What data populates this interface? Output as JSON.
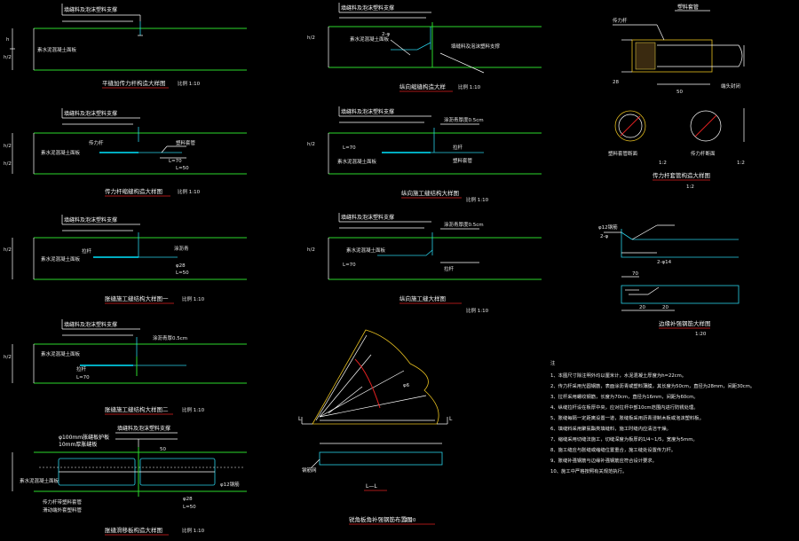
{
  "labels": {
    "plain_concrete_slab": "素水泥混凝土面板",
    "slab_tag": "h",
    "half_tag": "h/2",
    "scale_1_10": "比例 1:10",
    "scale_1_20": "1:20",
    "scale_1_2": "1:2",
    "dim_l50": "L=50",
    "dim_l70": "L=70",
    "dim_phi28": "φ28",
    "dim_2phi": "2-φ",
    "dim_70": "70",
    "dim_50": "50",
    "dim_20": "20",
    "dim_28": "28",
    "dim_phi6": "φ6",
    "section_mark": "L",
    "section_title": "L—L"
  },
  "details": [
    {
      "id": "d1",
      "title": "平缝加传力杆构造大样图",
      "leader": "填缝料及泡沫塑料支撑"
    },
    {
      "id": "d2",
      "title": "传力杆缩缝构造大样图",
      "leader": "填缝料及泡沫塑料支撑",
      "bar": "传力杆",
      "sleeve": "塑料套管"
    },
    {
      "id": "d3",
      "title": "胀缝施工缝结构大样图一",
      "leader": "填缝料及泡沫塑料支撑",
      "bar": "拉杆",
      "sleeve": "涂沥青"
    },
    {
      "id": "d4",
      "title": "胀缝施工缝结构大样图二",
      "leader": "填缝料及泡沫塑料支撑",
      "note_right": "涂沥青厚0.5cm",
      "bar": "拉杆"
    },
    {
      "id": "d5",
      "title": "胀缝滑移板构造大样图",
      "leader1": "φ100mm胀缝板护板",
      "leader2": "10mm厚胀缝板",
      "leader3": "填缝料及泡沫塑料支撑",
      "bottom1": "传力杆带塑料套管",
      "bottom2": "滑动端外套塑料管",
      "dowel": "φ12钢筋"
    },
    {
      "id": "d6",
      "title": "纵向缩缝构造大样",
      "leader": "填缝料及泡沫塑料支撑",
      "right": "填缝料及泡沫塑料支撑"
    },
    {
      "id": "d7",
      "title": "纵向施工缝结构大样图",
      "leader": "填缝料及泡沫塑料支撑",
      "right": "涂沥青厚度0.5cm",
      "bar": "拉杆",
      "bar2": "塑料套管"
    },
    {
      "id": "d8",
      "title": "纵向施工缝大样图",
      "leader": "填缝料及泡沫塑料支撑",
      "right1": "涂沥青厚度0.5cm",
      "right2": "拉杆"
    },
    {
      "id": "d9",
      "title": "传力杆套管构造大样图",
      "label1": "塑料套管",
      "label2": "传力杆",
      "label3": "端头封闭",
      "caption1": "塑料套管断面",
      "caption2": "传力杆断面"
    },
    {
      "id": "d10",
      "title": "边缘补强钢筋大样图",
      "bar": "φ12钢筋",
      "bar2": "2-φ14"
    },
    {
      "id": "d11",
      "title": "锐角板角补强钢筋布置图",
      "label": "钢筋网"
    }
  ],
  "notes": {
    "heading": "注",
    "items": [
      "1、本图尺寸除注明外均以厘米计，水泥混凝土厚度为h=22cm。",
      "2、传力杆采用光圆钢筋，表面涂沥青或塑料薄膜，其长度为50cm，直径为28mm，间距30cm。",
      "3、拉杆采用螺纹钢筋，长度为70cm，直径为16mm，间距为60cm。",
      "4、纵缝拉杆设在板厚中央，应对拉杆中部10cm范围内进行防锈处理。",
      "5、胀缝每隔一定距离设置一道，胀缝板采用沥青浸制木板或泡沫塑料板。",
      "6、填缝料采用聚氨酯类填缝料，施工时缝内应清洁干燥。",
      "7、缩缝采用切缝法施工，切缝深度为板厚的1/4~1/5，宽度为5mm。",
      "8、施工缝应与胀缝或缩缝位置重合，施工缝处设置传力杆。",
      "9、胀缝补强钢筋与边缘补强钢筋应符合设计要求。",
      "10、施工中严格按照有关规范执行。"
    ]
  }
}
